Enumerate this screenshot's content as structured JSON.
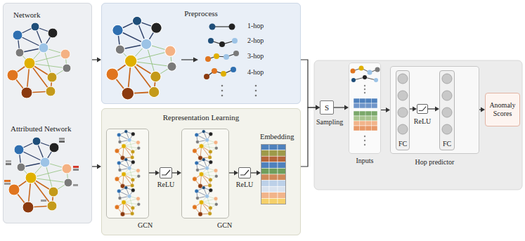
{
  "diagram": {
    "nodes": [
      {
        "text": [
          "Network",
          "Attributed Network"
        ]
      },
      {
        "text": [
          "Preprocess"
        ]
      },
      {
        "text": [
          "Representation Learning"
        ]
      },
      {
        "text": [
          "GCN"
        ],
        "in": 2
      },
      {
        "text": [
          "ReLU"
        ],
        "in": 2
      },
      {
        "text": [
          "GCN"
        ],
        "in": 2
      },
      {
        "text": [
          "ReLU"
        ],
        "in": 2
      },
      {
        "text": [
          "Embedding"
        ],
        "in": 2
      },
      {
        "text": [
          "S",
          "Sampling"
        ]
      },
      {
        "text": [
          "Inputs"
        ]
      },
      {
        "text": [
          "Hop predictor"
        ]
      },
      {
        "text": [
          "FC"
        ],
        "in": 10
      },
      {
        "text": [
          "ReLU"
        ],
        "in": 10
      },
      {
        "text": [
          "FC"
        ],
        "in": 10
      },
      {
        "text": [
          "Anomaly Scores"
        ]
      }
    ],
    "edges": [
      {
        "from": 0,
        "to": 1,
        "arrow": "to"
      },
      {
        "from": 0,
        "to": 2,
        "arrow": "to"
      },
      {
        "from": 1,
        "to": 8,
        "arrow": "to"
      },
      {
        "from": 2,
        "to": 8,
        "arrow": "to"
      },
      {
        "from": 3,
        "to": 4,
        "arrow": "to"
      },
      {
        "from": 4,
        "to": 5,
        "arrow": "to"
      },
      {
        "from": 5,
        "to": 6,
        "arrow": "to"
      },
      {
        "from": 6,
        "to": 7,
        "arrow": "to"
      },
      {
        "from": 8,
        "to": 9,
        "arrow": "to"
      },
      {
        "from": 9,
        "to": 10,
        "arrow": "to"
      },
      {
        "from": 11,
        "to": 12,
        "arrow": "to"
      },
      {
        "from": 12,
        "to": 13,
        "arrow": "to"
      },
      {
        "from": 10,
        "to": 14,
        "arrow": "to"
      }
    ],
    "labels": [
      "1-hop",
      "2-hop",
      "3-hop",
      "4-hop"
    ]
  }
}
